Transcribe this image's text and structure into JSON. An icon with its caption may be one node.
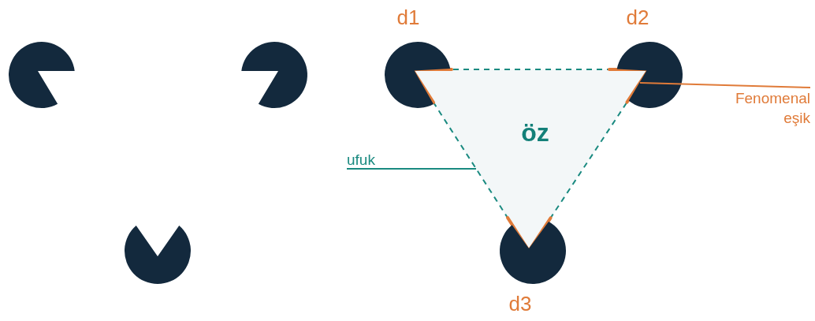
{
  "diagram": {
    "nodes": [
      {
        "text": [],
        "shape": "circle"
      },
      {
        "text": [],
        "shape": "circle"
      },
      {
        "text": [],
        "shape": "circle"
      },
      {
        "text": [
          "d1"
        ]
      },
      {
        "text": [
          "d2"
        ]
      },
      {
        "text": [
          "d3"
        ]
      },
      {
        "text": [
          "öz"
        ]
      },
      {
        "text": [
          "ufuk"
        ]
      },
      {
        "text": [
          "Fenomenal eşik"
        ]
      }
    ],
    "edges": [
      {
        "from": 7,
        "to": 6,
        "arrow": "none",
        "color": "#1a8a80"
      },
      {
        "from": 8,
        "to": 6,
        "arrow": "none",
        "color": "#e07b39"
      }
    ]
  }
}
